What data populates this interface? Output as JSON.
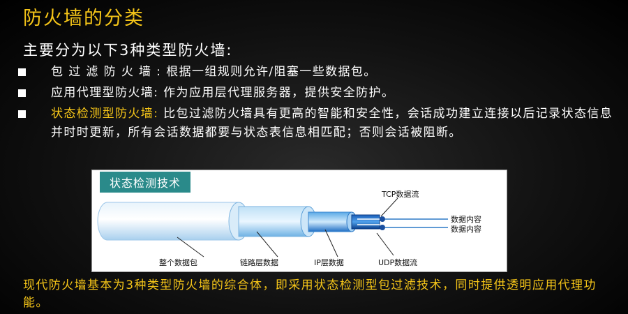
{
  "title": "防火墙的分类",
  "intro": "主要分为以下3种类型防火墙:",
  "bullets": [
    {
      "term": "包 过 滤 防 火 墙",
      "sep": " :  ",
      "desc": "根据一组规则允许/阻塞一些数据包。",
      "highlight": false
    },
    {
      "term": "应用代理型防火墙",
      "sep": ":  ",
      "desc": "作为应用层代理服务器，提供安全防护。",
      "highlight": false
    },
    {
      "term": "状态检测型防火墙",
      "sep": ":  ",
      "desc": "比包过滤防火墙具有更高的智能和安全性，会话成功建立连接以后记录状态信息并时时更新，所有会话数据都要与状态表信息相匹配；否则会话被阻断。",
      "highlight": true
    }
  ],
  "diagram": {
    "label": "状态检测技术",
    "tcp_label": "TCP数据流",
    "udp_label": "UDP数据流",
    "content_label_1": "数据内容",
    "content_label_2": "数据内容",
    "packet_label": "整个数据包",
    "link_label": "链路层数据",
    "ip_label": "IP层数据"
  },
  "footer": "现代防火墙基本为3种类型防火墙的综合体，即采用状态检测型包过滤技术，同时提供透明应用代理功能。",
  "colors": {
    "accent": "#f5c518",
    "diagram_label_bg": "#2a8a8a",
    "tube": "#1e6fd6"
  }
}
